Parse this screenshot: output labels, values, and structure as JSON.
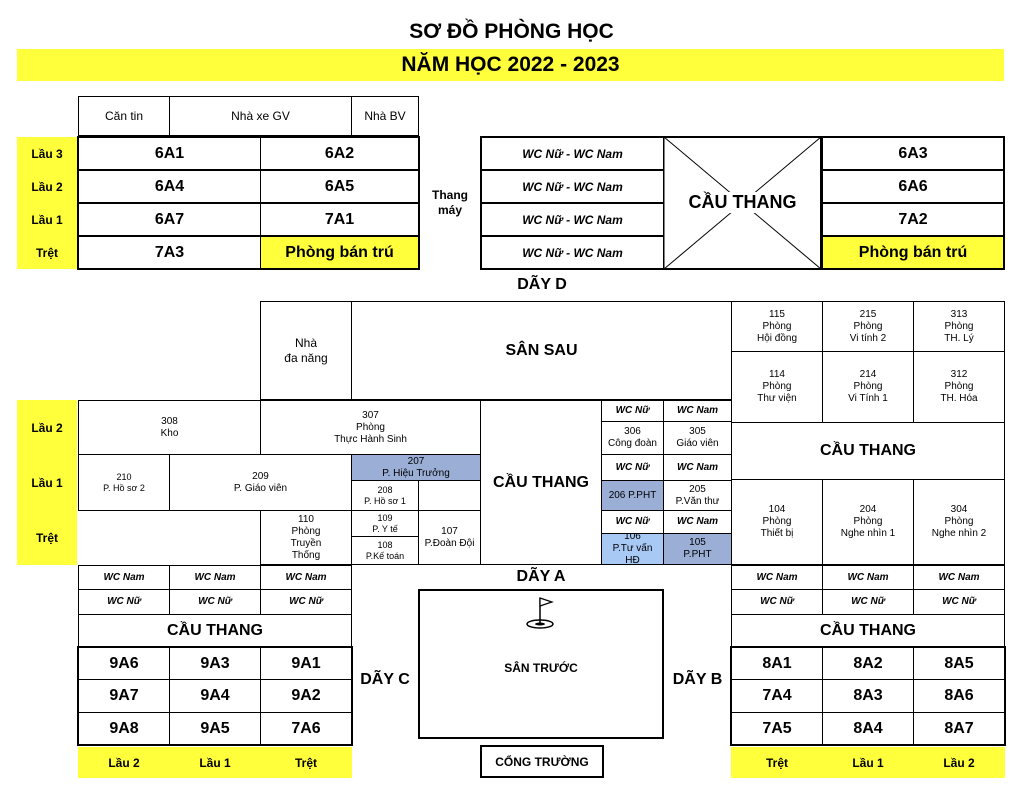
{
  "title": "SƠ ĐỒ PHÒNG HỌC",
  "subtitle": "NĂM HỌC 2022 - 2023",
  "top_facilities": [
    "Căn tin",
    "Nhà xe GV",
    "Nhà BV"
  ],
  "floors": {
    "f3": "Lầu 3",
    "f2": "Lầu 2",
    "f1": "Lầu 1",
    "g": "Trệt"
  },
  "day_d": {
    "label": "DÃY D",
    "left_rooms": [
      "6A1",
      "6A2",
      "6A4",
      "6A5",
      "6A7",
      "7A1",
      "7A3",
      "Phòng bán trú"
    ],
    "elevator": "Thang\nmáy",
    "wc": "WC Nữ - WC Nam",
    "stairs": "CẦU THANG",
    "right_rooms": [
      "6A3",
      "6A6",
      "7A2",
      "Phòng bán trú"
    ]
  },
  "middle": {
    "multipurpose": "Nhà\nđa năng",
    "back_yard": "SÂN SAU",
    "stairs_center": "CẦU THANG",
    "r308": "308\nKho",
    "r307": "307\nPhòng\nThực Hành Sinh",
    "r210": "210\nP. Hồ sơ 2",
    "r209": "209\nP. Giáo viên",
    "r207": "207\nP. Hiệu Trưởng",
    "r208": "208\nP. Hồ sơ 1",
    "r110": "110\nPhòng\nTruyền\nThống",
    "r109": "109\nP. Y tế",
    "r108": "108\nP.Kế toán",
    "r107": "107\nP.Đoàn Đội",
    "wc_nu": "WC Nữ",
    "wc_nam": "WC Nam",
    "r306": "306\nCông đoàn",
    "r305": "305\nGiáo viên",
    "r206": "206 P.PHT",
    "r205": "205\nP.Văn thư",
    "r106": "106\nP.Tư vấn\nHĐ",
    "r105": "105\nP.PHT"
  },
  "right_block": {
    "r115": "115\nPhòng\nHội đồng",
    "r215": "215\nPhòng\nVi tính 2",
    "r313": "313\nPhòng\nTH. Lý",
    "r114": "114\nPhòng\nThư viện",
    "r214": "214\nPhòng\nVi Tính 1",
    "r312": "312\nPhòng\nTH. Hóa",
    "stairs": "CẦU THANG",
    "r104": "104\nPhòng\nThiết bị",
    "r204": "204\nPhòng\nNghe nhìn 1",
    "r304": "304\nPhòng\nNghe nhìn 2"
  },
  "day_a": "DÃY A",
  "day_c": "DÃY C",
  "day_b": "DÃY B",
  "front_yard": "SÂN TRƯỚC",
  "gate": "CỔNG TRƯỜNG",
  "wc_nam": "WC Nam",
  "wc_nu": "WC Nữ",
  "stairs_label": "CẦU THANG",
  "day_c_rooms": [
    "9A6",
    "9A3",
    "9A1",
    "9A7",
    "9A4",
    "9A2",
    "9A8",
    "9A5",
    "7A6"
  ],
  "day_c_floors": [
    "Lầu 2",
    "Lầu 1",
    "Trệt"
  ],
  "day_b_rooms": [
    "8A1",
    "8A2",
    "8A5",
    "7A4",
    "8A3",
    "8A6",
    "7A5",
    "8A4",
    "8A7"
  ],
  "day_b_floors": [
    "Trệt",
    "Lầu 1",
    "Lầu 2"
  ],
  "colors": {
    "highlight": "#ffff3c",
    "principal_room": "#9aaed6",
    "office_room": "#a9c9f5"
  },
  "icons": [
    "golf-flag-icon"
  ]
}
